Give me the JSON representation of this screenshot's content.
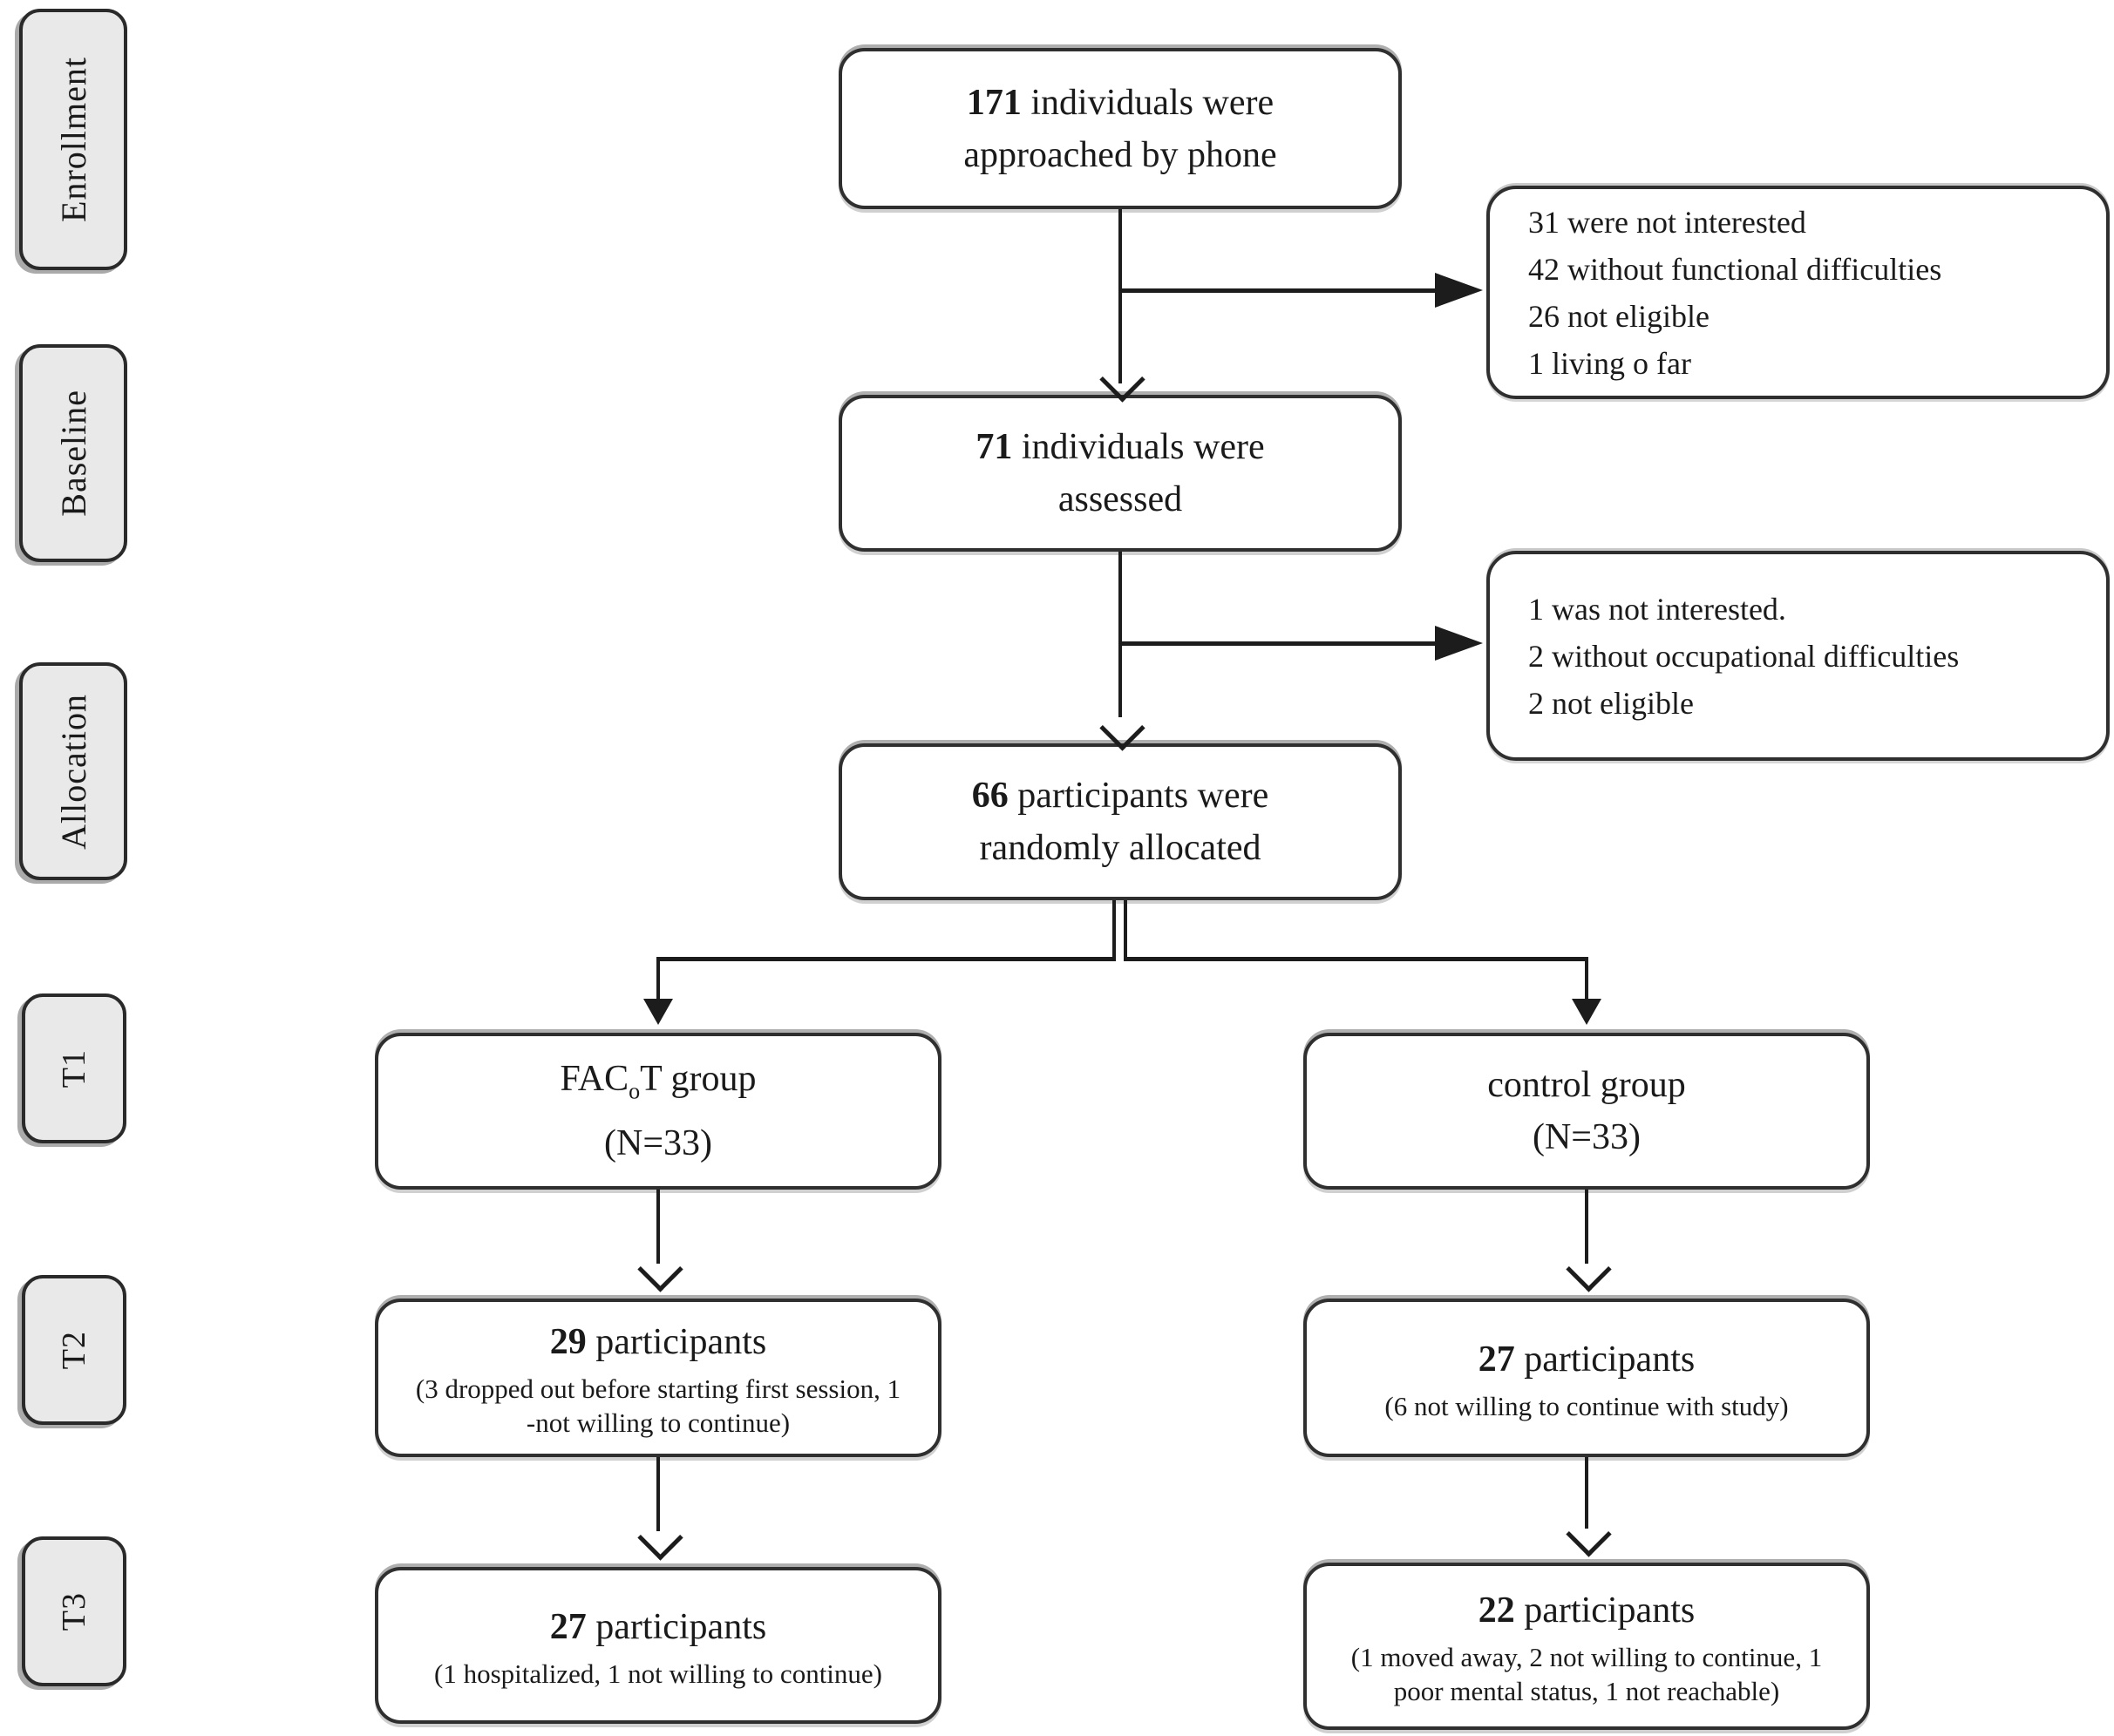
{
  "sidebar": {
    "stages": [
      {
        "label": "Enrollment"
      },
      {
        "label": "Baseline"
      },
      {
        "label": "Allocation"
      },
      {
        "label": "T1"
      },
      {
        "label": "T2"
      },
      {
        "label": "T3"
      }
    ]
  },
  "flow": {
    "approached": {
      "n": "171",
      "rest": "individuals were",
      "line2": "approached by phone"
    },
    "enrollment_exclusions": {
      "lines": [
        "31 were not interested",
        "42 without functional difficulties",
        "26 not eligible",
        "1 living o far"
      ]
    },
    "assessed": {
      "n": "71",
      "rest": "individuals were",
      "line2": "assessed"
    },
    "baseline_exclusions": {
      "lines": [
        "1 was not interested.",
        "2 without occupational  difficulties",
        "2 not eligible"
      ]
    },
    "allocated": {
      "n": "66",
      "rest": "participants were",
      "line2": "randomly allocated"
    },
    "facot_group": {
      "name_pre": "FAC",
      "name_sub": "o",
      "name_post": "T group",
      "n": "(N=33)"
    },
    "control_group": {
      "name": "control group",
      "n": "(N=33)"
    },
    "facot_t2": {
      "n": "29",
      "rest": "participants",
      "note": "(3 dropped out before starting first session, 1 -not willing to continue)"
    },
    "control_t2": {
      "n": "27",
      "rest": "participants",
      "note": "(6 not willing to continue with study)"
    },
    "facot_t3": {
      "n": "27",
      "rest": "participants",
      "note": "(1 hospitalized, 1 not willing to continue)"
    },
    "control_t3": {
      "n": "22",
      "rest": "participants",
      "note": "(1 moved away, 2 not willing to  continue, 1 poor mental status, 1 not reachable)"
    }
  },
  "colors": {
    "background": "#ffffff",
    "box_fill": "#ffffff",
    "sidebar_fill": "#e9e9e9",
    "line": "#1c1c1c",
    "border": "#2f2f2f",
    "text": "#1a1a1a"
  }
}
